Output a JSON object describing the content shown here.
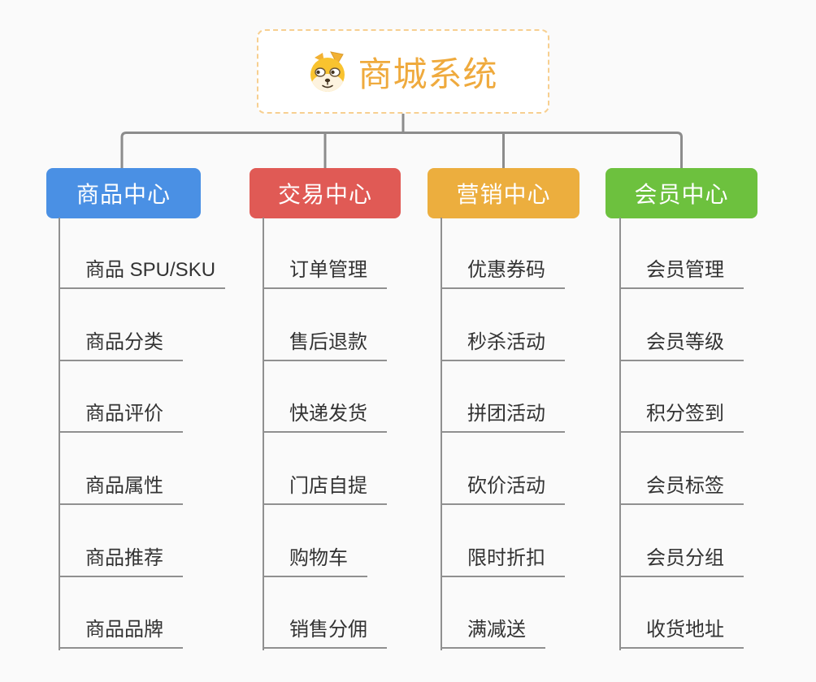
{
  "canvas": {
    "background": "#fafafa"
  },
  "root_node": {
    "title": "商城系统",
    "title_color": "#efaa3d",
    "border_color": "#f7cf90",
    "icon": "dog-face-icon"
  },
  "connectors": {
    "color": "#8c8c8c",
    "leaf_line_color": "#909090"
  },
  "branches": [
    {
      "label": "商品中心",
      "color": "#4a90e4",
      "items": [
        "商品 SPU/SKU",
        "商品分类",
        "商品评价",
        "商品属性",
        "商品推荐",
        "商品品牌"
      ]
    },
    {
      "label": "交易中心",
      "color": "#e05a55",
      "items": [
        "订单管理",
        "售后退款",
        "快递发货",
        "门店自提",
        "购物车",
        "销售分佣"
      ]
    },
    {
      "label": "营销中心",
      "color": "#ecae3e",
      "items": [
        "优惠券码",
        "秒杀活动",
        "拼团活动",
        "砍价活动",
        "限时折扣",
        "满减送"
      ]
    },
    {
      "label": "会员中心",
      "color": "#6dc13e",
      "items": [
        "会员管理",
        "会员等级",
        "积分签到",
        "会员标签",
        "会员分组",
        "收货地址"
      ]
    }
  ]
}
